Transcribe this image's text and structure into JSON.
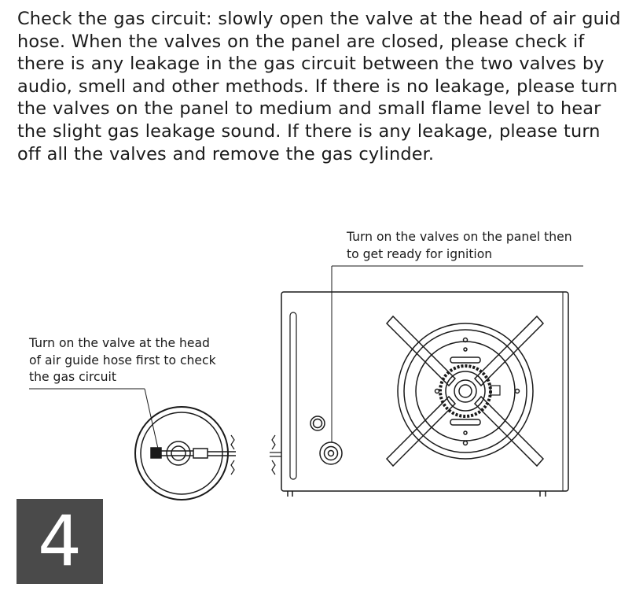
{
  "paragraph": {
    "lines": [
      "Check the gas circuit: slowly open the valve at the head of air guide",
      "hose. When the valves on the panel are closed, please check if",
      "there is any leakage in the gas circuit between the two valves by",
      "audio, smell and other methods. If there is no leakage, please turn",
      "the valves on the panel to medium and small flame level to hear",
      "the slight gas leakage sound. If there is any leakage, please turn",
      "off all the valves and remove the gas cylinder."
    ]
  },
  "callouts": {
    "panel": {
      "lines": [
        "Turn on the valves on the panel then",
        "to get ready for ignition"
      ]
    },
    "hose": {
      "lines": [
        "Turn on the valve at the head",
        "of air guide hose first to check",
        "the gas circuit"
      ]
    }
  },
  "step": {
    "number": "4"
  }
}
